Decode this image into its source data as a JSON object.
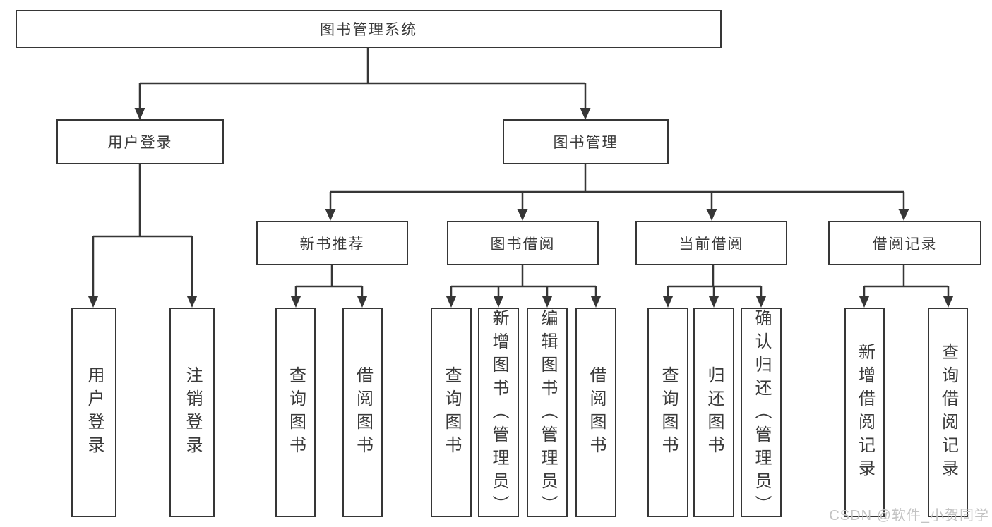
{
  "diagram": {
    "type": "hierarchy-tree",
    "title": "图书管理系统",
    "watermark": "CSDN @软件_小贺同学",
    "colors": {
      "line": "#363636",
      "box_border": "#363636",
      "box_background": "#ffffff",
      "text": "#3a3a3a",
      "watermark": "#c3c3c3"
    },
    "nodes": {
      "root": {
        "label": "图书管理系统"
      },
      "user_login": {
        "label": "用户登录"
      },
      "book_mgmt": {
        "label": "图书管理"
      },
      "leaf_user_login": {
        "label": "用户登录"
      },
      "leaf_logout": {
        "label": "注销登录"
      },
      "new_books": {
        "label": "新书推荐"
      },
      "nb_query": {
        "label": "查询图书"
      },
      "nb_borrow": {
        "label": "借阅图书"
      },
      "book_borrow": {
        "label": "图书借阅"
      },
      "bb_query": {
        "label": "查询图书"
      },
      "bb_add": {
        "label": "新增图书（管理员）"
      },
      "bb_edit": {
        "label": "编辑图书（管理员）"
      },
      "bb_borrow": {
        "label": "借阅图书"
      },
      "current_borrow": {
        "label": "当前借阅"
      },
      "cb_query": {
        "label": "查询图书"
      },
      "cb_return": {
        "label": "归还图书"
      },
      "cb_confirm": {
        "label": "确认归还（管理员）"
      },
      "borrow_records": {
        "label": "借阅记录"
      },
      "br_add": {
        "label": "新增借阅记录"
      },
      "br_query": {
        "label": "查询借阅记录"
      }
    },
    "edges": [
      [
        "root",
        "user_login"
      ],
      [
        "root",
        "book_mgmt"
      ],
      [
        "user_login",
        "leaf_user_login"
      ],
      [
        "user_login",
        "leaf_logout"
      ],
      [
        "book_mgmt",
        "new_books"
      ],
      [
        "book_mgmt",
        "book_borrow"
      ],
      [
        "book_mgmt",
        "current_borrow"
      ],
      [
        "book_mgmt",
        "borrow_records"
      ],
      [
        "new_books",
        "nb_query"
      ],
      [
        "new_books",
        "nb_borrow"
      ],
      [
        "book_borrow",
        "bb_query"
      ],
      [
        "book_borrow",
        "bb_add"
      ],
      [
        "book_borrow",
        "bb_edit"
      ],
      [
        "book_borrow",
        "bb_borrow"
      ],
      [
        "current_borrow",
        "cb_query"
      ],
      [
        "current_borrow",
        "cb_return"
      ],
      [
        "current_borrow",
        "cb_confirm"
      ],
      [
        "borrow_records",
        "br_add"
      ],
      [
        "borrow_records",
        "br_query"
      ]
    ]
  }
}
